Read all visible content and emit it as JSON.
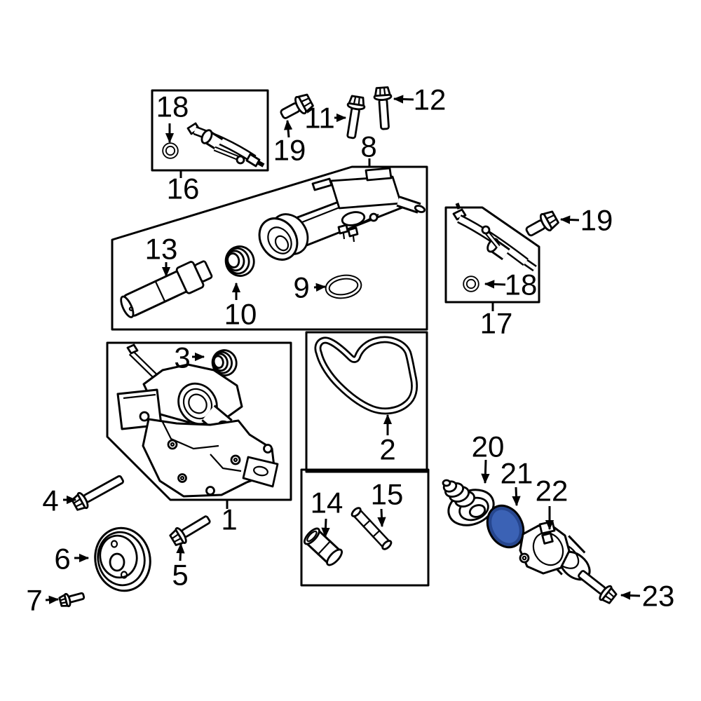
{
  "colors": {
    "background": "#ffffff",
    "line": "#000000",
    "highlight_rim": "#26468e",
    "highlight_fill": "#3b62b5"
  },
  "selection": {
    "selected_callout": "21"
  },
  "callouts": {
    "c1": {
      "label": "1"
    },
    "c2": {
      "label": "2"
    },
    "c3": {
      "label": "3"
    },
    "c4": {
      "label": "4"
    },
    "c5": {
      "label": "5"
    },
    "c6": {
      "label": "6"
    },
    "c7": {
      "label": "7"
    },
    "c8": {
      "label": "8"
    },
    "c9": {
      "label": "9"
    },
    "c10": {
      "label": "10"
    },
    "c11": {
      "label": "11"
    },
    "c12": {
      "label": "12"
    },
    "c13": {
      "label": "13"
    },
    "c14": {
      "label": "14"
    },
    "c15": {
      "label": "15"
    },
    "c16": {
      "label": "16"
    },
    "c17": {
      "label": "17"
    },
    "c18a": {
      "label": "18"
    },
    "c18b": {
      "label": "18"
    },
    "c19a": {
      "label": "19"
    },
    "c19b": {
      "label": "19"
    },
    "c20": {
      "label": "20"
    },
    "c21": {
      "label": "21"
    },
    "c22": {
      "label": "22"
    },
    "c23": {
      "label": "23"
    }
  }
}
